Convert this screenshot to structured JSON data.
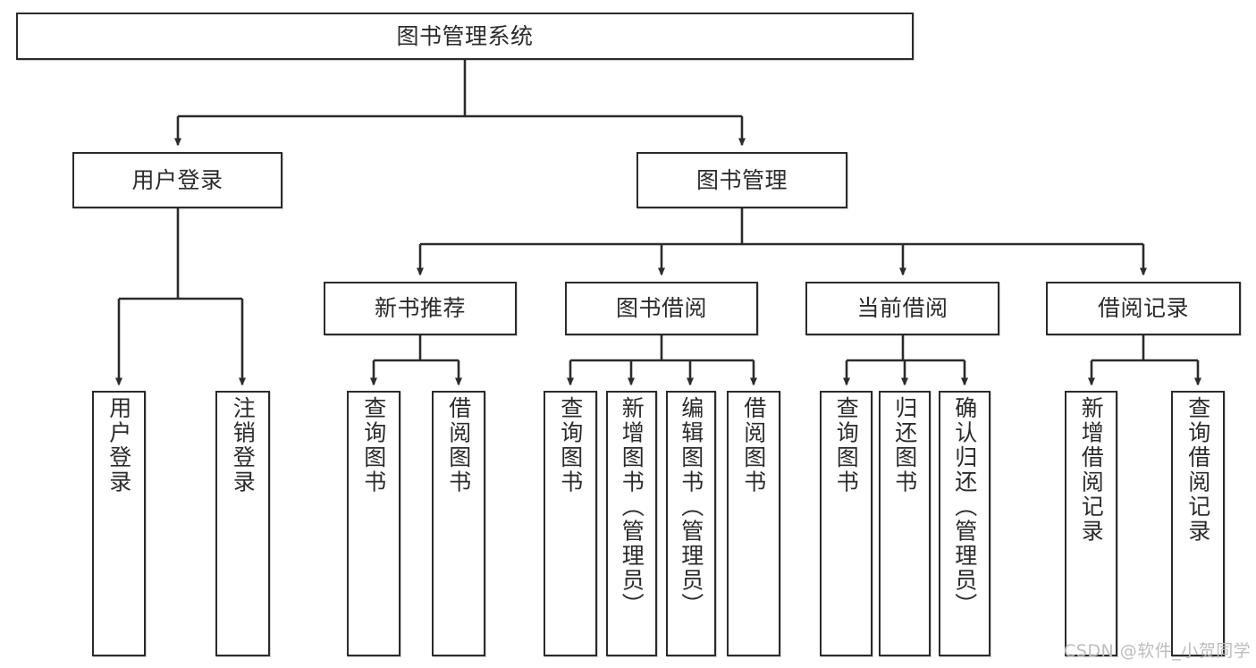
{
  "diagram": {
    "title": "图书管理系统",
    "type": "hierarchy-tree",
    "colors": {
      "box_border": "#2b2b2b",
      "box_fill": "#ffffff",
      "text": "#2b2b2b",
      "connector": "#2b2b2b",
      "watermark": "#bdbdbd",
      "background": "#ffffff"
    },
    "levels": {
      "root": {
        "label": "图书管理系统"
      },
      "level2": [
        {
          "label": "用户登录"
        },
        {
          "label": "图书管理"
        }
      ],
      "level3": [
        {
          "label": "新书推荐"
        },
        {
          "label": "图书借阅"
        },
        {
          "label": "当前借阅"
        },
        {
          "label": "借阅记录"
        }
      ],
      "leaves": {
        "user_login": [
          {
            "label": "用户登录"
          },
          {
            "label": "注销登录"
          }
        ],
        "new_book_recommend": [
          {
            "label": "查询图书"
          },
          {
            "label": "借阅图书"
          }
        ],
        "book_borrow": [
          {
            "label": "查询图书"
          },
          {
            "label": "新增图书（管理员）"
          },
          {
            "label": "编辑图书（管理员）"
          },
          {
            "label": "借阅图书"
          }
        ],
        "current_borrow": [
          {
            "label": "查询图书"
          },
          {
            "label": "归还图书"
          },
          {
            "label": "确认归还（管理员）"
          }
        ],
        "borrow_record": [
          {
            "label": "新增借阅记录"
          },
          {
            "label": "查询借阅记录"
          }
        ]
      }
    }
  },
  "watermark": {
    "text": "CSDN @软件_小贺同学"
  }
}
